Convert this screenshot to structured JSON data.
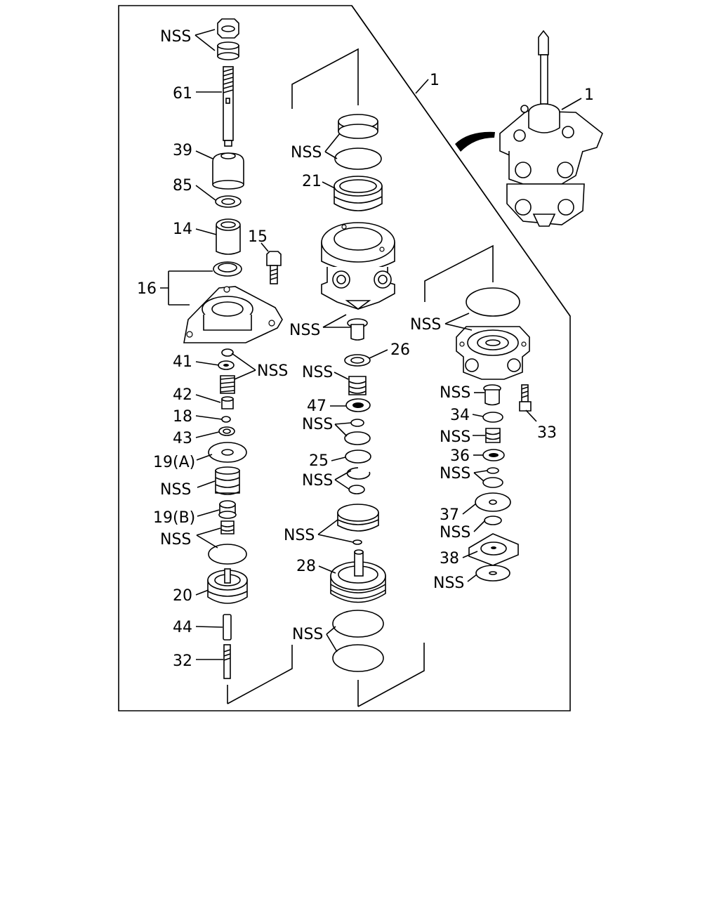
{
  "labels": {
    "nss_top": "NSS",
    "p61": "61",
    "p39": "39",
    "p85": "85",
    "p14": "14",
    "p15": "15",
    "p16": "16",
    "p41": "41",
    "nss_41": "NSS",
    "p42": "42",
    "p18": "18",
    "p43": "43",
    "p19a": "19(A)",
    "nss_spring_left": "NSS",
    "p19b": "19(B)",
    "nss_left_lower": "NSS",
    "p20": "20",
    "p44": "44",
    "p32": "32",
    "p1_mid": "1",
    "nss_mid_top": "NSS",
    "p21": "21",
    "nss_mid_body": "NSS",
    "p26": "26",
    "nss_mid_spring": "NSS",
    "p47": "47",
    "nss_mid_ring": "NSS",
    "p25": "25",
    "nss_mid_clip": "NSS",
    "nss_mid_piston": "NSS",
    "p28": "28",
    "nss_mid_bottom": "NSS",
    "p1_top": "1",
    "nss_right_top": "NSS",
    "p33": "33",
    "nss_right_1": "NSS",
    "p34": "34",
    "nss_right_2": "NSS",
    "p36": "36",
    "nss_right_3": "NSS",
    "p37": "37",
    "nss_right_4": "NSS",
    "p38": "38",
    "nss_right_5": "NSS"
  }
}
